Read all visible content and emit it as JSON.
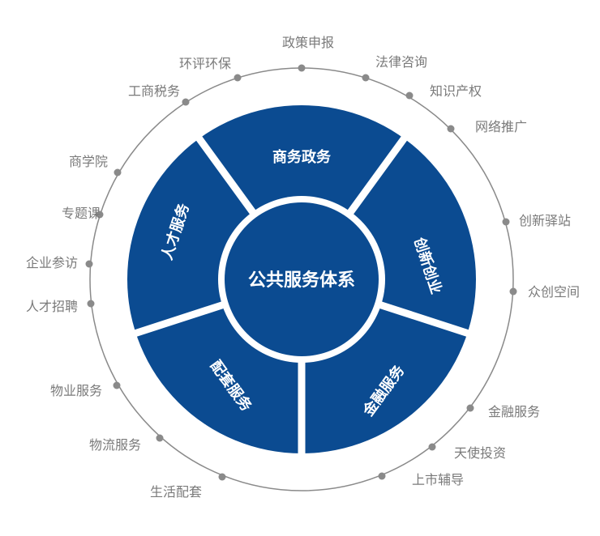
{
  "title": "公共服务体系",
  "colors": {
    "primary": "#0b4b91",
    "ring": "#8a8a8a",
    "label": "#7a7a7a",
    "background": "#ffffff"
  },
  "segments": [
    {
      "label": "商务政务"
    },
    {
      "label": "创新创业"
    },
    {
      "label": "金融服务"
    },
    {
      "label": "配套服务"
    },
    {
      "label": "人才服务"
    }
  ],
  "outer_items": [
    "政策申报",
    "法律咨询",
    "知识产权",
    "网络推广",
    "创新驿站",
    "众创空间",
    "金融服务",
    "天使投资",
    "上市辅导",
    "生活配套",
    "物流服务",
    "物业服务",
    "人才招聘",
    "企业参访",
    "专题课",
    "商学院",
    "工商税务",
    "环评环保"
  ]
}
